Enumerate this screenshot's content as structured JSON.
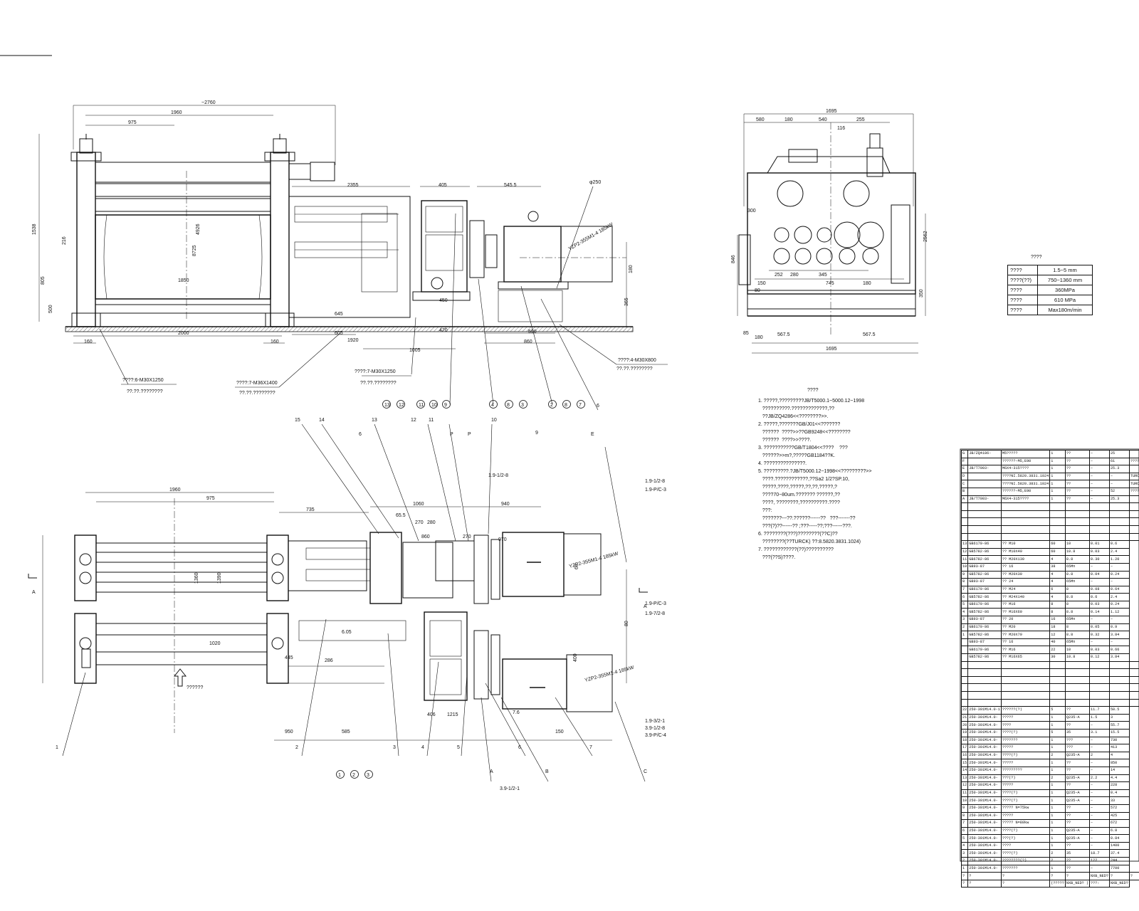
{
  "front_view": {
    "dims": [
      "~2760",
      "1960",
      "975",
      "1538",
      "1850",
      "2000",
      "160",
      "160",
      "805",
      "500",
      "216",
      "4926",
      "8725",
      "645",
      "1920",
      "605",
      "2355",
      "405",
      "545.5",
      "420",
      "1005",
      "450",
      "590",
      "860",
      "365",
      "180"
    ],
    "callouts": [
      "13",
      "12",
      "11",
      "10",
      "9",
      "4",
      "8",
      "3",
      "2",
      "8",
      "7",
      "6"
    ],
    "foundation_labels": [
      {
        "top": "????:6-M30X1250",
        "bottom": "??.??.????????"
      },
      {
        "top": "????:7-M36X1400",
        "bottom": "??.??.????????"
      },
      {
        "top": "????:7-M30X1250",
        "bottom": "??.??.????????"
      },
      {
        "top": "????:4-M30X800",
        "bottom": "??.??.????????"
      }
    ],
    "motor_label": "YZP2-355M1-4 185kW",
    "diam_label": "φ250"
  },
  "side_view": {
    "dims": [
      "1695",
      "580",
      "180",
      "540",
      "255",
      "116",
      "300",
      "252",
      "280",
      "345",
      "745",
      "180",
      "150",
      "80",
      "846",
      "2562",
      "350",
      "180",
      "567.5",
      "567.5",
      "1695",
      "85"
    ]
  },
  "spec_table": {
    "title": "????",
    "rows": [
      {
        "k": "????",
        "v": "1.5~5 mm"
      },
      {
        "k": "????(??)",
        "v": "750~1360 mm"
      },
      {
        "k": "????",
        "v": "360MPa"
      },
      {
        "k": "????",
        "v": "610 MPa"
      },
      {
        "k": "????",
        "v": "Max180m/min"
      }
    ]
  },
  "notes": {
    "title": "????",
    "lines": [
      "1. ?????,?????????JB/T5000.1~5000.12~1998",
      "   ??????????.?????????????,??",
      "   ??JB/ZQ4286<<????????>>.",
      "2. ?????,???????GB/J01<<???????",
      "   ??????  ????>>??GB9248<<????????",
      "   ??????  ????>>????.",
      "3. ???????????GB/T1804<<????    ???",
      "   ??????>>m?,?????GB1184??K.",
      "4. ???????????????.",
      "5. ?????????.?JB/T5000.12~1998<<?????????>>",
      "   ????.????????????,??Sa2 1/2?SP.10,",
      "   ?????,????,?????,??,??,?????,?",
      "   ????70~80um.??????? ??????,??",
      "   ????, ????????,??????????.????",
      "   ???:",
      "   ???????---??.??????------??   ???-------??",
      "   ???(?)??------?? ;???-----??;???------???.",
      "6. ????????(???)????????(??C)??",
      "   ????????(??TURCK) ??:8.5820.3831.1024)",
      "7. ????????????(??)??????????",
      "   ???(??S)????."
    ]
  },
  "plan_view": {
    "dims": [
      "1960",
      "975",
      "735",
      "1060",
      "940",
      "65.5",
      "270",
      "280",
      "860",
      "270",
      "970",
      "1360",
      "1390",
      "1020",
      "286",
      "950",
      "585",
      "406",
      "1215",
      "150",
      "445",
      "7.6",
      "6.05",
      "60",
      "400",
      "80"
    ],
    "callouts_top": [
      "15",
      "14",
      "13",
      "6",
      "12",
      "11",
      "P",
      "P",
      "10",
      "9",
      "E"
    ],
    "callouts_bottom": [
      "1",
      "2",
      "1",
      "2",
      "3",
      "3",
      "4",
      "5",
      "A",
      "B",
      "6",
      "7",
      "C"
    ],
    "side_tags": [
      "1.9-1/2-8",
      "1.9-1/2-8",
      "1.9-P/C-3",
      "1.9-P/C-3",
      "1.9-7/2-8",
      "1.9-3/2-1",
      "3.9-1/2-8",
      "3.9-P/C-4",
      "3.9-1/2-1"
    ],
    "flow_label": "??????",
    "section_marks": [
      "A",
      "A"
    ],
    "motor1": "YZP2-355M1-4 185kW",
    "motor2": "YZP2-355M1-4 185kW"
  },
  "bom": {
    "top_rows": [
      [
        "G",
        "JB/ZQ4186-",
        "M5?????",
        "1",
        "??",
        "–",
        "25",
        ""
      ],
      [
        "F",
        "",
        "??????–M5,E90",
        "1",
        "??",
        "–",
        "61",
        "??????"
      ],
      [
        "E",
        "JB/T7003-",
        "M6X4–315????",
        "1",
        "??",
        "–",
        "25.3",
        ""
      ],
      [
        "D",
        "",
        "????NI.5820.3831.1024",
        "1",
        "??",
        "–",
        "–",
        "TURCK"
      ],
      [
        "C",
        "",
        "????NI.5820.3831.1024",
        "1",
        "??",
        "–",
        "–",
        "TURCK"
      ],
      [
        "B",
        "",
        "??????–M5,E90",
        "1",
        "??",
        "–",
        "52",
        "??????"
      ],
      [
        "A",
        "JB/T7003-",
        "M6X4–315????",
        "1",
        "??",
        "–",
        "25.3",
        ""
      ]
    ],
    "mid_rows": [
      [
        "13",
        "GB6170-86",
        "?? M10",
        "60",
        "10",
        "0.01",
        "0.6"
      ],
      [
        "12",
        "GB5782-86",
        "?? M10X40",
        "60",
        "10.8",
        "0.03",
        "2.4"
      ],
      [
        "11",
        "GB6782-86",
        "?? M20X130",
        "4",
        "8.8",
        "0.30",
        "1.20"
      ],
      [
        "10",
        "GB93-87",
        "?? 16",
        "38",
        "65Mn",
        "–",
        "–"
      ],
      [
        "9",
        "GB5782-86",
        "?? M20X30",
        "4",
        "8.8",
        "0.04",
        "0.24"
      ],
      [
        "8",
        "GB93-87",
        "?? 24",
        "4",
        "65Mn",
        "–",
        "–"
      ],
      [
        "7",
        "GB6170-86",
        "?? M24",
        "6",
        "8",
        "0.08",
        "0.64"
      ],
      [
        "6",
        "GB5782-86",
        "?? M24X140",
        "4",
        "8.8",
        "0.6",
        "2.4"
      ],
      [
        "5",
        "GB6170-86",
        "?? M16",
        "8",
        "8",
        "0.03",
        "0.24"
      ],
      [
        "4",
        "GB5782-86",
        "?? M16X60",
        "8",
        "8.8",
        "0.14",
        "1.12"
      ],
      [
        "3",
        "GB93-87",
        "?? 20",
        "16",
        "65Mn",
        "–",
        "–"
      ],
      [
        "2",
        "GB6170-86",
        "?? M20",
        "18",
        "8",
        "0.05",
        "0.9"
      ],
      [
        "1",
        "GB5782-86",
        "?? M20X70",
        "12",
        "8.8",
        "0.32",
        "3.84"
      ],
      [
        "",
        "GB93-87",
        "?? 16",
        "40",
        "65Mn",
        "–",
        "–"
      ],
      [
        "",
        "GB6170-86",
        "?? M16",
        "22",
        "10",
        "0.03",
        "0.66"
      ],
      [
        "",
        "GB5782-86",
        "?? M16X65",
        "30",
        "10.8",
        "0.12",
        "3.84"
      ]
    ],
    "bottom_rows": [
      [
        "22",
        "250-301M14.0-1",
        "??????(?)",
        "5",
        "??",
        "11.7",
        "58.5"
      ],
      [
        "21",
        "250-301M14.0-",
        "?????",
        "1",
        "Q235-A",
        "1.5",
        "3"
      ],
      [
        "20",
        "250-301M14.0-",
        "????",
        "1",
        "??",
        "–",
        "55.7"
      ],
      [
        "19",
        "250-301M14.0-",
        "????(?)",
        "5",
        "35",
        "3.1",
        "15.5"
      ],
      [
        "18",
        "250-301M14.0-",
        "???????",
        "1",
        "???",
        "–",
        "730"
      ],
      [
        "17",
        "250-301M14.0-",
        "?????",
        "1",
        "???",
        "–",
        "413"
      ],
      [
        "16",
        "250-301M14.0-",
        "????(?)",
        "2",
        "Q235–A",
        "2",
        "4"
      ],
      [
        "15",
        "250-301M14.0-",
        "?????",
        "1",
        "??",
        "–",
        "850"
      ],
      [
        "14",
        "250-301M14.0-",
        "?????????",
        "1",
        "??",
        "–",
        "14"
      ],
      [
        "13",
        "250-301M14.0-",
        "???(?)",
        "2",
        "Q235–A",
        "2.2",
        "4.4"
      ],
      [
        "12",
        "250-301M14.0-",
        "?????",
        "1",
        "??",
        "–",
        "228"
      ],
      [
        "11",
        "250-301M14.0-",
        "????(?)",
        "1",
        "Q235–A",
        "–",
        "0.4"
      ],
      [
        "10",
        "250-301M14.0-",
        "????(?)",
        "1",
        "Q235–A",
        "–",
        "33"
      ],
      [
        "9",
        "250-301M14.0-",
        "????? N=75kw",
        "1",
        "??",
        "–",
        "572"
      ],
      [
        "8",
        "250-301M14.0-",
        "?????",
        "1",
        "??",
        "–",
        "425"
      ],
      [
        "7",
        "250-301M14.0-",
        "????? N=80kw",
        "1",
        "??",
        "–",
        "672"
      ],
      [
        "6",
        "250-301M14.0-",
        "????(?)",
        "1",
        "Q235–A",
        "–",
        "6.8"
      ],
      [
        "5",
        "250-301M14.0-",
        "???(?)",
        "1",
        "Q235–A",
        "–",
        "0.84"
      ],
      [
        "4",
        "250-301M14.0-",
        "????",
        "1",
        "??",
        "–",
        "1400"
      ],
      [
        "3",
        "250-301M14.0-",
        "????(?)",
        "2",
        "35",
        "18.7",
        "37.4"
      ],
      [
        "2",
        "250-301M14.0-",
        "????????(?)",
        "2",
        "??",
        "122",
        "244"
      ],
      [
        "1",
        "250-301M14.0-",
        "???????",
        "1",
        "??",
        "–",
        "7700"
      ]
    ],
    "footer1": [
      "?",
      "?",
      "?",
      "?",
      "?",
      "NXB_NED?",
      "?",
      "?"
    ],
    "footer2": [
      "?",
      "?",
      "?",
      "(?????",
      "NXB_NED? )",
      "???:",
      "NXB_NED?"
    ]
  }
}
